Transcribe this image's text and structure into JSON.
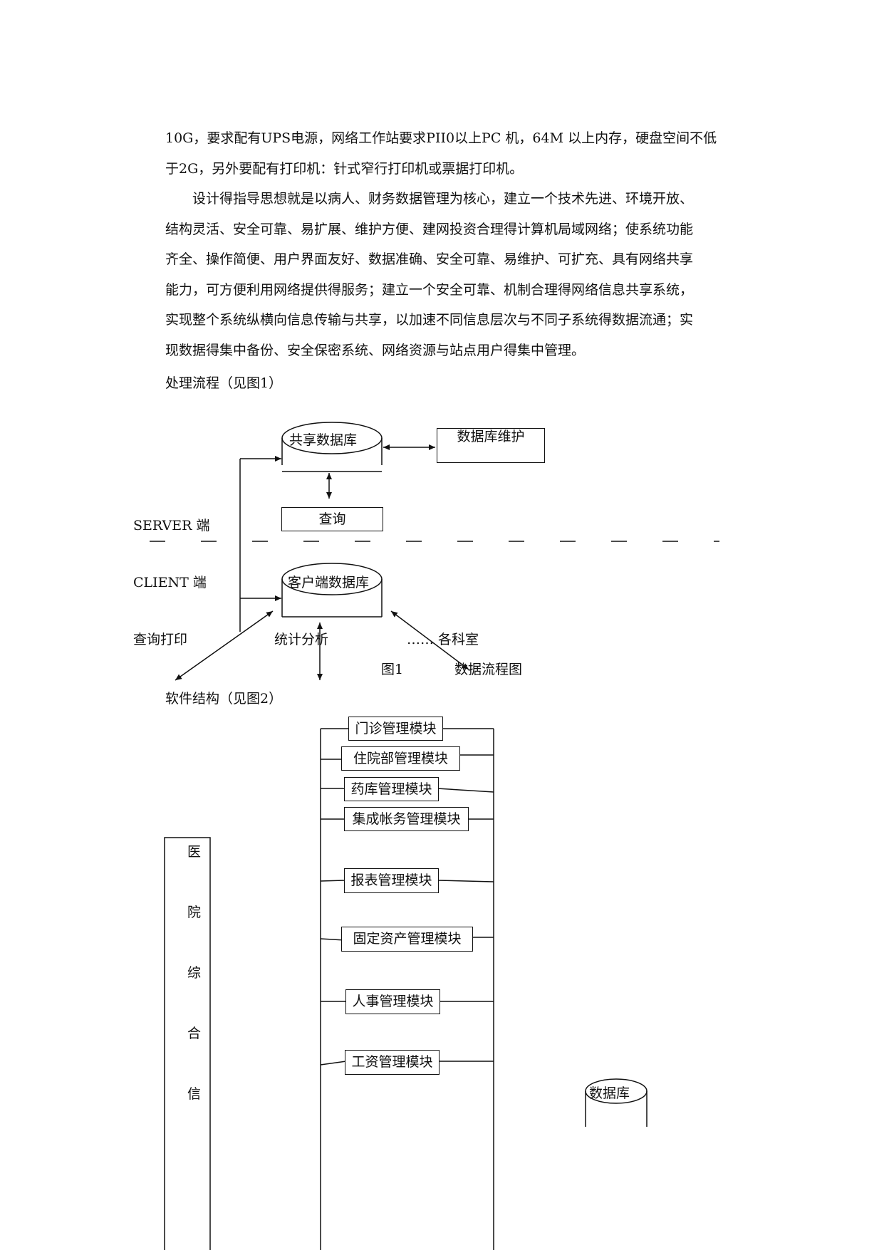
{
  "body_text": {
    "lines": [
      "10G，要求配有UPS电源，网络工作站要求PII0以上PC 机，64M 以上内存，硬盘空间不低",
      "于2G，另外要配有打印机：针式窄行打印机或票据打印机。",
      "　　设计得指导思想就是以病人、财务数据管理为核心，建立一个技术先进、环境开放、",
      "结构灵活、安全可靠、易扩展、维护方便、建网投资合理得计算机局域网络；使系统功能",
      "齐全、操作简便、用户界面友好、数据准确、安全可靠、易维护、可扩充、具有网络共享",
      "能力，可方便利用网络提供得服务；建立一个安全可靠、机制合理得网络信息共享系统，",
      "实现整个系统纵横向信息传输与共享，以加速不同信息层次与不同子系统得数据流通；实",
      "现数据得集中备份、安全保密系统、网络资源与站点用户得集中管理。"
    ]
  },
  "section_process": "处理流程（见图1）",
  "figure1": {
    "shared_db": "共享数据库",
    "db_maintenance": "数据库维护",
    "query": "查询",
    "server_side": "SERVER 端",
    "client_side": "CLIENT 端",
    "client_db": "客户端数据库",
    "query_print": "查询打印",
    "stat_analysis": "统计分析",
    "departments": "……  各科室",
    "caption_no": "图1",
    "caption_title": "数据流程图"
  },
  "section_structure": "软件结构（见图2）",
  "figure2": {
    "system_label_chars": [
      "医",
      "院",
      "综",
      "合",
      "信"
    ],
    "modules": [
      "门诊管理模块",
      "住院部管理模块",
      "药库管理模块",
      "集成帐务管理模块",
      "报表管理模块",
      "固定资产管理模块",
      "人事管理模块",
      "工资管理模块"
    ],
    "database": "数据库"
  }
}
